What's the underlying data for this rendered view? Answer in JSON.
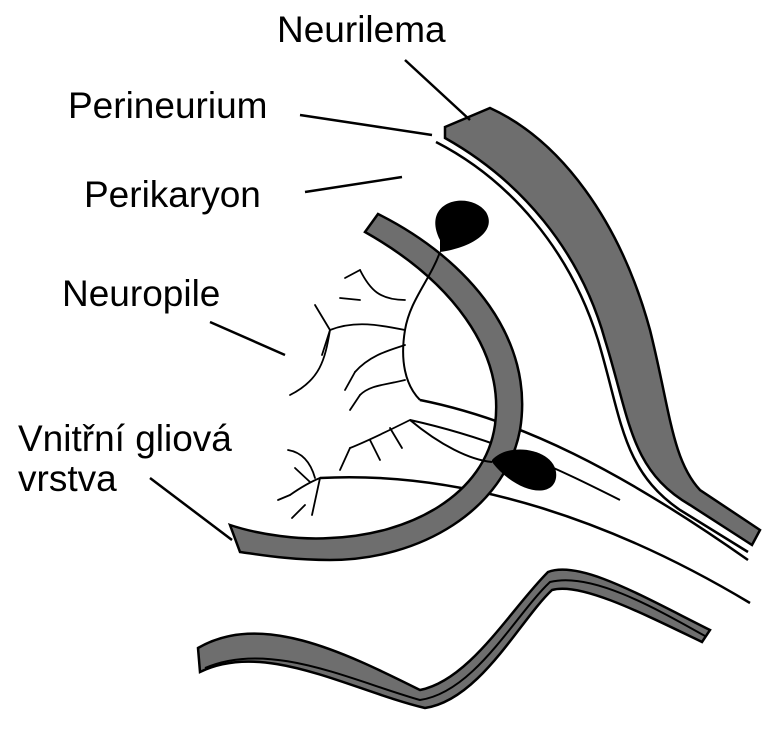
{
  "labels": {
    "neurilema": "Neurilema",
    "perineurium": "Perineurium",
    "perikaryon": "Perikaryon",
    "neuropile": "Neuropile",
    "inner_glial_line1": "Vnitřní gliová",
    "inner_glial_line2": "vrstva"
  },
  "colors": {
    "layer_fill": "#6e6e6e",
    "outline": "#000000",
    "background": "#ffffff"
  }
}
